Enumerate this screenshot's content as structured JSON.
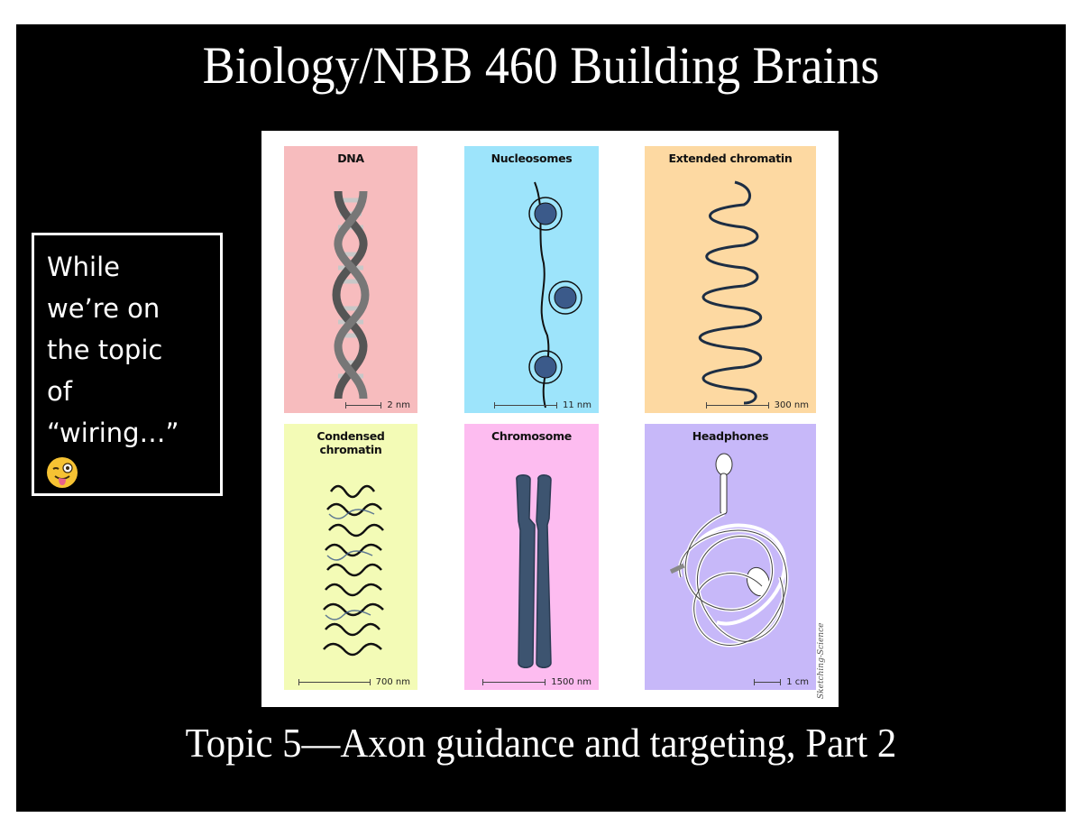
{
  "slide": {
    "title": "Biology/NBB 460 Building Brains",
    "subtitle": "Topic 5—Axon guidance and targeting, Part 2",
    "background_color": "#000000",
    "text_color": "#ffffff"
  },
  "note": {
    "lines": [
      "While",
      "we’re on",
      "the topic",
      "of",
      "“wiring…”"
    ],
    "emoji": "winking-face-with-tongue"
  },
  "figure": {
    "watermark": "Sketching-Science",
    "panels": [
      {
        "title": "DNA",
        "scale": "2 nm",
        "color": "#f7bcbe",
        "illustration": "double-helix"
      },
      {
        "title": "Nucleosomes",
        "scale": "11 nm",
        "color": "#9de4fb",
        "illustration": "nucleosomes-on-strand"
      },
      {
        "title": "Extended chromatin",
        "scale": "300 nm",
        "color": "#fdd9a2",
        "illustration": "meandering-fiber"
      },
      {
        "title": "Condensed chromatin",
        "scale": "700 nm",
        "color": "#f3fbb6",
        "illustration": "coiled-fiber"
      },
      {
        "title": "Chromosome",
        "scale": "1500 nm",
        "color": "#fdbcf0",
        "illustration": "x-chromosome"
      },
      {
        "title": "Headphones",
        "scale": "1 cm",
        "color": "#c7b8f9",
        "illustration": "tangled-earbuds"
      }
    ]
  }
}
